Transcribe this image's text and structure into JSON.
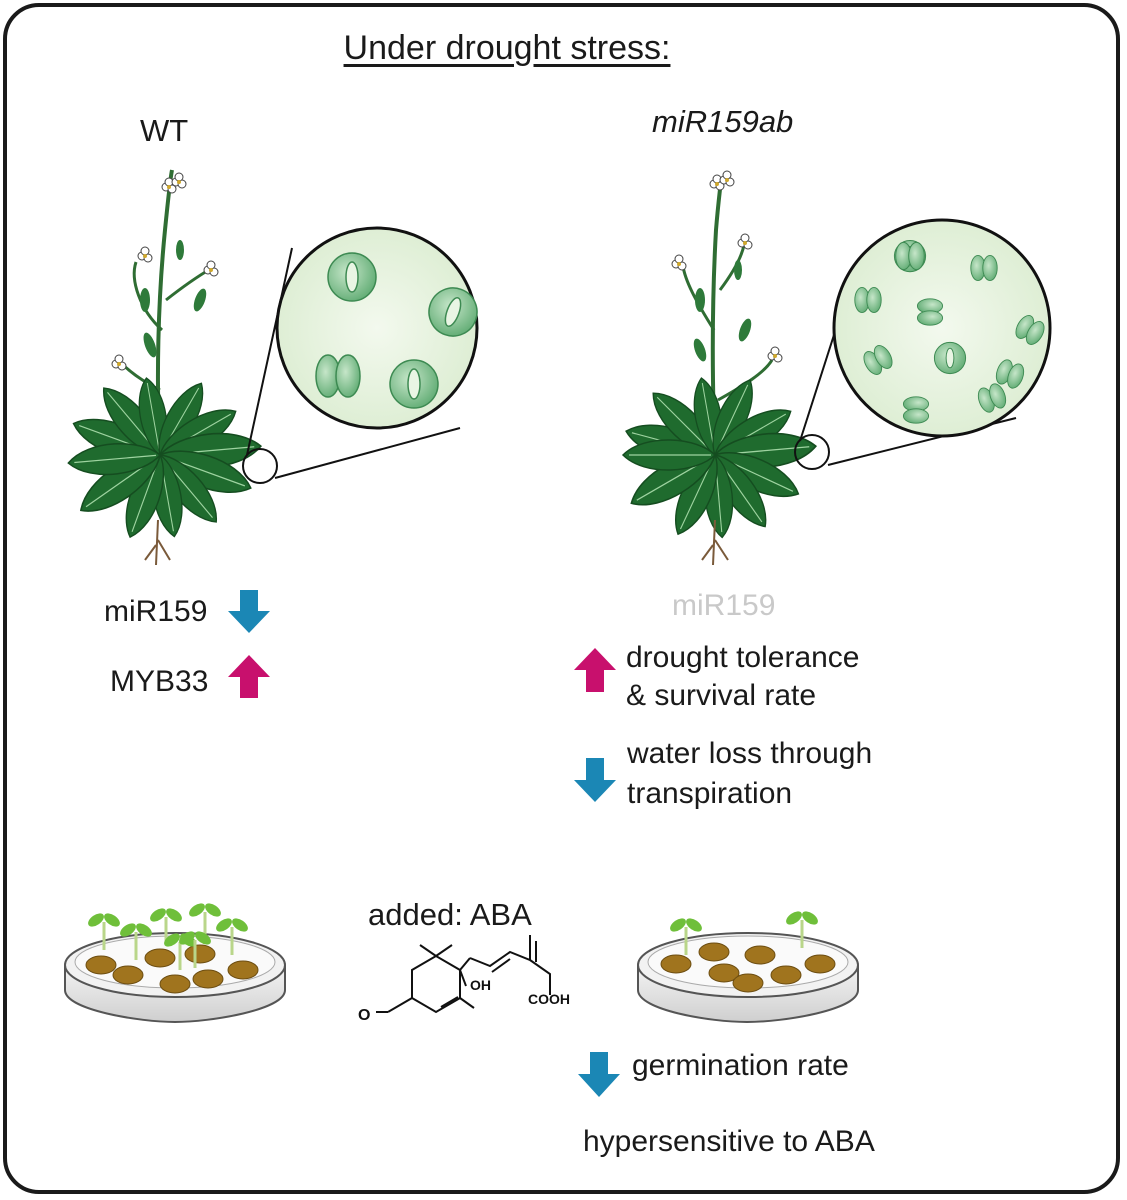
{
  "title": "Under drought stress:",
  "left_panel": {
    "genotype": "WT",
    "mir159_label": "miR159",
    "myb33_label": "MYB33"
  },
  "right_panel": {
    "genotype": "miR159ab",
    "mir159_label": "miR159",
    "drought_line1": "drought tolerance",
    "drought_line2": "& survival rate",
    "water_line1": "water loss through",
    "water_line2": "transpiration"
  },
  "germination": {
    "aba_label": "added: ABA",
    "oh_label": "OH",
    "o_label": "O",
    "cooh_label": "COOH",
    "rate_label": "germination rate",
    "hyper_label": "hypersensitive to ABA"
  },
  "colors": {
    "down_arrow": "#1b87b5",
    "up_arrow": "#c8106d",
    "leaf": "#1f6b2e",
    "stomata": "#6fb983",
    "zoom_fill": "#eaf4e4",
    "seed": "#a0741e"
  },
  "icons": {
    "down": "arrow-down-icon",
    "up": "arrow-up-icon"
  }
}
